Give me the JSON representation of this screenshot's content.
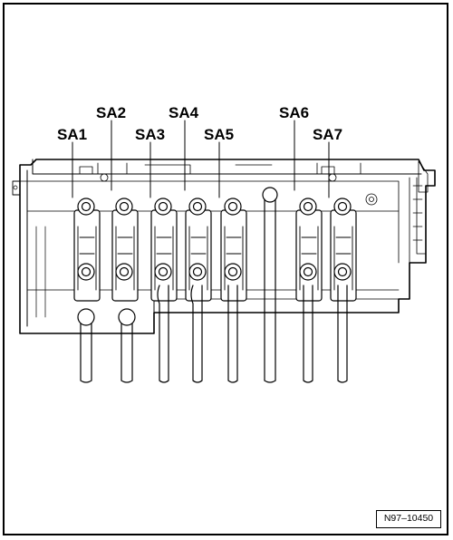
{
  "figure": {
    "labels": [
      "SA1",
      "SA2",
      "SA3",
      "SA4",
      "SA5",
      "SA6",
      "SA7"
    ],
    "reference_number": "N97–10450"
  }
}
